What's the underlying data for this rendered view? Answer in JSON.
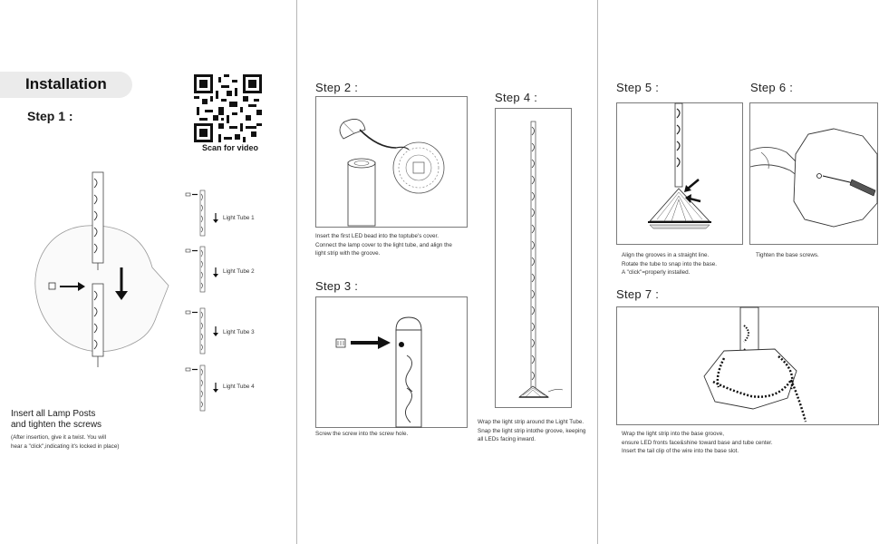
{
  "left_panel": {
    "header": "Installation",
    "step1_title": "Step 1 :",
    "qr_caption": "Scan for video",
    "tube_labels": [
      "Light Tube 1",
      "Light Tube 2",
      "Light Tube 3",
      "Light Tube 4"
    ],
    "instruction_line1": "Insert all Lamp Posts",
    "instruction_line2": "and tighten the screws",
    "note_line1": "(After insertion, give it a twist. You will",
    "note_line2": "hear a \"click\",indicating it's locked in place)"
  },
  "middle_panel": {
    "step2_title": "Step 2 :",
    "step2_caption_1": "Insert the first LED bead into the toptube's cover.",
    "step2_caption_2": "Connect the lamp cover to the light tube, and align the",
    "step2_caption_3": "light strip with the groove.",
    "step3_title": "Step 3 :",
    "step3_caption": "Screw the screw into the screw hole.",
    "step4_title": "Step 4 :",
    "step4_caption_1": "Wrap the light strip around the Light Tube.",
    "step4_caption_2": "Snap the light strip intothe groove, keeping",
    "step4_caption_3": "all LEDs facing inward."
  },
  "right_panel": {
    "step5_title": "Step 5 :",
    "step5_caption_1": "Align the grooves in a straight line.",
    "step5_caption_2": "Rotate the tube to snap into the base.",
    "step5_caption_3": "A \"click\"=properly installed.",
    "step6_title": "Step 6 :",
    "step6_caption": "Tighten the base screws.",
    "step7_title": "Step 7 :",
    "step7_caption_1": "Wrap the light strip into the base groove,",
    "step7_caption_2": "ensure LED fronts face&shine toward base and tube center.",
    "step7_caption_3": "Insert the tail clip of the wire into the base slot."
  }
}
